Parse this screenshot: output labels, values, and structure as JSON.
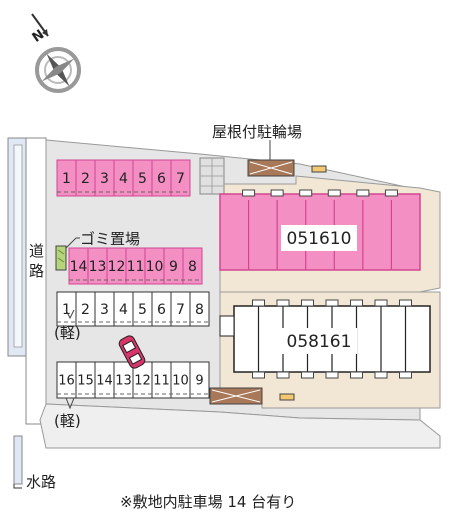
{
  "compass": {
    "north_label": "N"
  },
  "labels": {
    "road": "道路",
    "garbage": "ゴミ置場",
    "bike_shelter": "屋根付駐輪場",
    "waterway": "水路",
    "building_top": "051610",
    "building_bottom": "058161",
    "kei": "(軽)",
    "footnote": "※敷地内駐車場 14 台有り"
  },
  "parking": {
    "top_row": [
      "1",
      "2",
      "3",
      "4",
      "5",
      "6",
      "7"
    ],
    "pink_row": [
      "14",
      "13",
      "12",
      "11",
      "10",
      "9",
      "8"
    ],
    "mid_row": [
      "1",
      "2",
      "3",
      "4",
      "5",
      "6",
      "7",
      "8"
    ],
    "bottom_row": [
      "16",
      "15",
      "14",
      "13",
      "12",
      "11",
      "10",
      "9"
    ]
  },
  "colors": {
    "pink": "#f48fc4",
    "pink_dark": "#d24690",
    "gray_area": "#e6e6e6",
    "sand": "#f2e6d4",
    "shelter": "#a87858",
    "water": "#dfe8f4"
  }
}
